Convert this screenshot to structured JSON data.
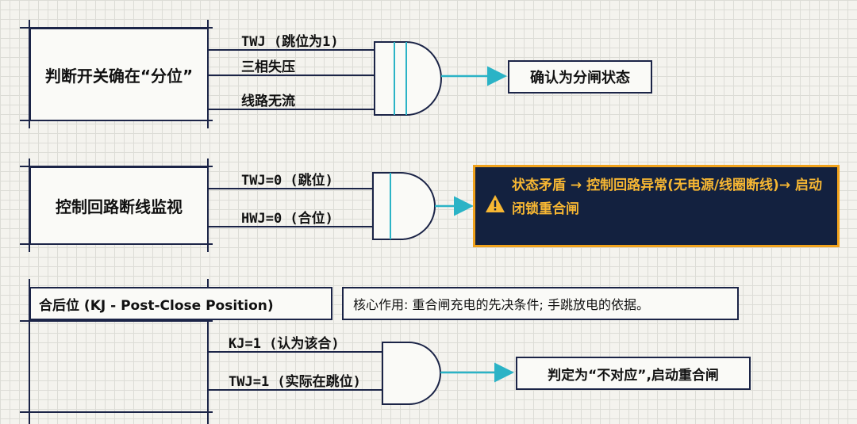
{
  "section1": {
    "box_title": "判断开关确在“分位”",
    "inputs": [
      "TWJ (跳位为1)",
      "三相失压",
      "线路无流"
    ],
    "output": "确认为分闸状态"
  },
  "section2": {
    "box_title": "控制回路断线监视",
    "inputs": [
      "TWJ=0 (跳位)",
      "HWJ=0 (合位)"
    ],
    "alert_text": "状态矛盾 → 控制回路异常(无电源/线圈断线)→ 启动闭锁重合闸",
    "alert_icon": "warning-triangle-icon"
  },
  "section3": {
    "header": "合后位 (KJ - Post-Close Position)",
    "note": "核心作用: 重合闸充电的先决条件; 手跳放电的依据。",
    "inputs": [
      "KJ=1 (认为该合)",
      "TWJ=1 (实际在跳位)"
    ],
    "output": "判定为“不对应”,启动重合闸"
  },
  "colors": {
    "navy": "#1b2447",
    "teal": "#2bb3c6",
    "amber": "#f0a21c",
    "alert_bg": "#13213f"
  }
}
